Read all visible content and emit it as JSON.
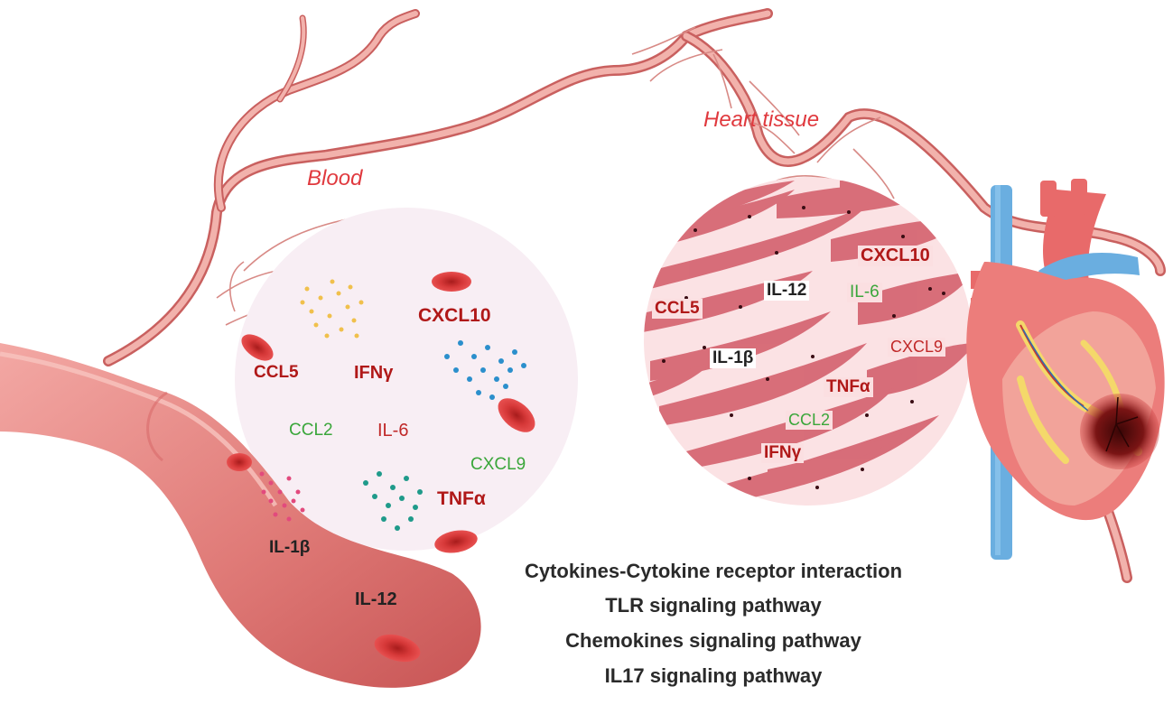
{
  "titles": {
    "blood": "Blood",
    "heart_tissue": "Heart tissue"
  },
  "blood_labels": {
    "cxcl10": "CXCL10",
    "ccl5": "CCL5",
    "ifng": "IFNγ",
    "ccl2": "CCL2",
    "il6": "IL-6",
    "cxcl9": "CXCL9",
    "tnfa": "TNFα",
    "il1b": "IL-1β",
    "il12": "IL-12"
  },
  "tissue_labels": {
    "cxcl10": "CXCL10",
    "il12": "IL-12",
    "il6": "IL-6",
    "ccl5": "CCL5",
    "il1b": "IL-1β",
    "cxcl9": "CXCL9",
    "tnfa": "TNFα",
    "ccl2": "CCL2",
    "ifng": "IFNγ"
  },
  "pathways": [
    "Cytokines-Cytokine receptor interaction",
    "TLR signaling pathway",
    "Chemokines signaling pathway",
    "IL17 signaling pathway"
  ],
  "colors": {
    "vessel": "#e27a7a",
    "vessel_dark": "#c45050",
    "blood_circle": "#f7ecf3",
    "tissue_circle": "#fbe2e4",
    "muscle_fiber": "#d56470",
    "rbc": "#d93838",
    "dark_red_label": "#b01818",
    "green_label": "#3aa63a",
    "heart_main": "#e86a6a",
    "heart_vessel_blue": "#6aaee0",
    "heart_infarct": "#6e1010"
  }
}
